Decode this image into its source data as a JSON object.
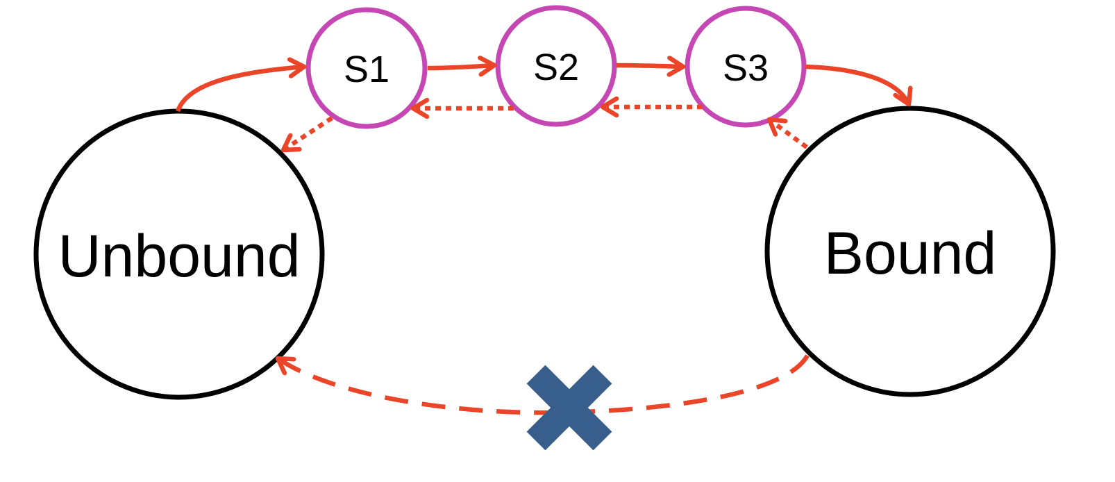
{
  "nodes": {
    "unbound": {
      "label": "Unbound"
    },
    "bound": {
      "label": "Bound"
    },
    "s1": {
      "label": "S1"
    },
    "s2": {
      "label": "S2"
    },
    "s3": {
      "label": "S3"
    }
  },
  "colors": {
    "state_outline": "#000000",
    "intermediate_outline": "#c547b4",
    "arrow": "#ea4528",
    "blocked_marker": "#385f8b"
  },
  "icons": {
    "blocked": "x-mark-icon"
  }
}
